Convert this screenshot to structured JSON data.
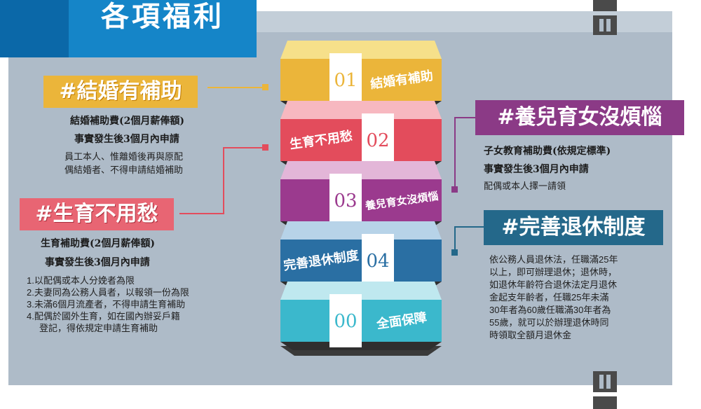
{
  "title": "各項福利",
  "colors": {
    "panel": "#aebbc8",
    "title_blue": "#1585c8",
    "marriage": "#ebb53a",
    "birth": "#e86573",
    "child": "#8b3a86",
    "retire": "#24688a",
    "base": "#3bb8cc"
  },
  "sections": {
    "marriage": {
      "tag": "#結婚有補助",
      "lines_bold": [
        "結婚補助費(2個月薪俸額)",
        "事實發生後3個月內申請"
      ],
      "lines": [
        "員工本人、惟離婚後再與原配",
        "偶結婚者、不得申請結婚補助"
      ]
    },
    "birth": {
      "tag": "#生育不用愁",
      "lines_bold": [
        "生育補助費(2個月薪俸額)",
        "事實發生後3個月內申請"
      ],
      "lines": [
        "1.以配偶或本人分娩者為限",
        "2.夫妻同為公務人員者，以報領一份為限",
        "3.未滿6個月流產者，不得申請生育補助",
        "4.配偶於國外生育，如在國內辦妥戶籍",
        "登記，得依規定申請生育補助"
      ]
    },
    "child": {
      "tag": "#養兒育女沒煩惱",
      "lines_bold": [
        "子女教育補助費(依規定標準)",
        "事實發生後3個月內申請"
      ],
      "lines": [
        "配偶或本人擇一請領"
      ]
    },
    "retire": {
      "tag": "#完善退休制度",
      "lines": [
        "依公務人員退休法，任職滿25年",
        "以上，即可辦理退休；退休時，",
        "如退休年齡符合退休法定月退休",
        "金起支年齡者，任職25年未滿",
        "30年者為60歲任職滿30年者為",
        "55歲，就可以於辦理退休時同",
        "時領取全額月退休金"
      ]
    }
  },
  "tower": [
    {
      "num": "01",
      "label": "結婚有補助",
      "color": "#ebb53a",
      "top": "#f6e08a",
      "side": "#d99a1f"
    },
    {
      "num": "02",
      "label": "生育不用愁",
      "color": "#e34c5c",
      "top": "#f7b8c0",
      "side": "#c23444"
    },
    {
      "num": "03",
      "label": "養兒育女沒煩惱",
      "color": "#9b3a8e",
      "top": "#e3b6d8",
      "side": "#7a2a70"
    },
    {
      "num": "04",
      "label": "完善退休制度",
      "color": "#2a6fa3",
      "top": "#b7d3e8",
      "side": "#1d5480"
    },
    {
      "num": "00",
      "label": "全面保障",
      "color": "#3bb8cc",
      "top": "#bfe8ef",
      "side": "#259db2"
    }
  ]
}
